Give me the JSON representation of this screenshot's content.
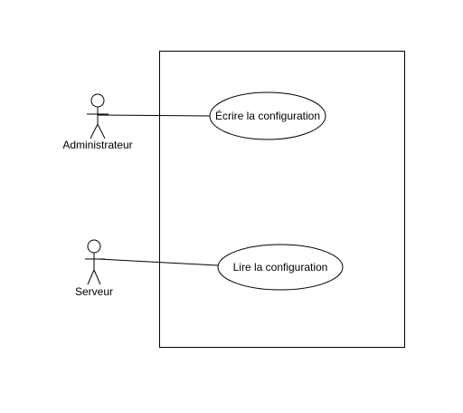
{
  "diagram": {
    "type": "use-case",
    "actors": [
      {
        "id": "admin",
        "label": "Administrateur"
      },
      {
        "id": "server",
        "label": "Serveur"
      }
    ],
    "use_cases": [
      {
        "id": "write-config",
        "label": "Écrire la configuration"
      },
      {
        "id": "read-config",
        "label": "Lire la configuration"
      }
    ],
    "associations": [
      {
        "actor": "admin",
        "use_case": "write-config"
      },
      {
        "actor": "server",
        "use_case": "read-config"
      }
    ],
    "colors": {
      "stroke": "#000000",
      "background": "#ffffff"
    }
  }
}
